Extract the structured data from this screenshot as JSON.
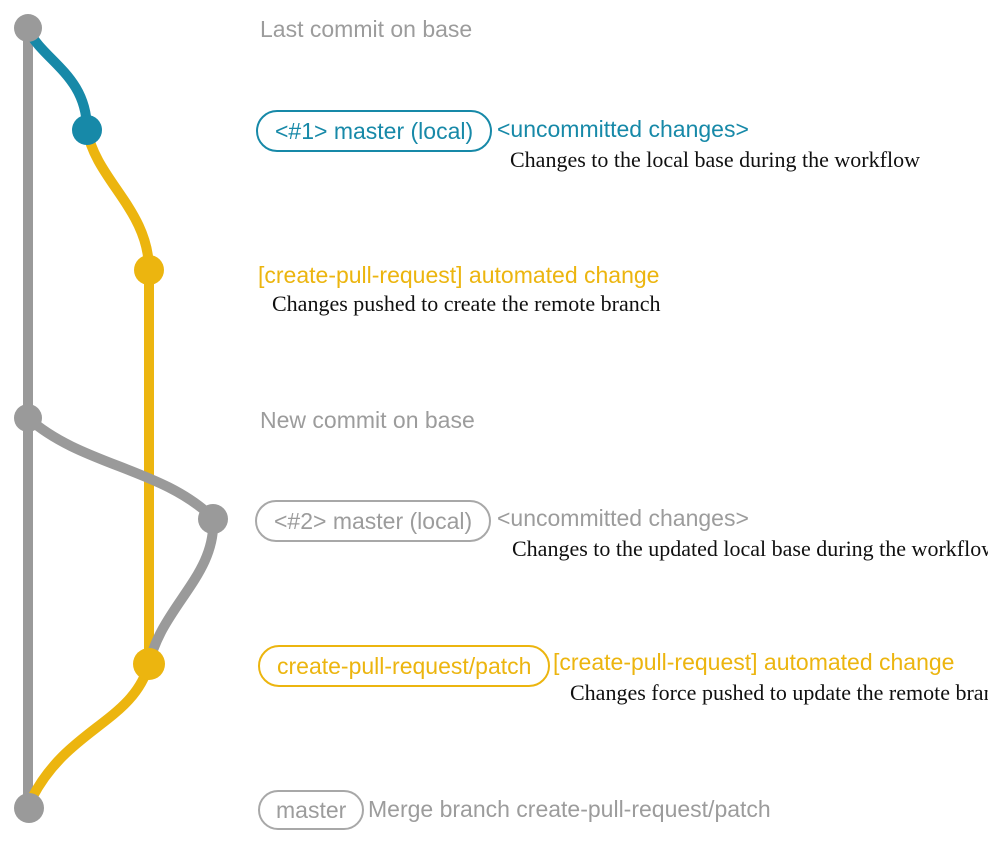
{
  "colors": {
    "teal": "#1789a8",
    "yellow": "#ecb50f",
    "gray_line": "#9a9a9a",
    "gray_text": "#9c9c9c",
    "gray_border": "#a8a8a8",
    "desc_text": "#101010",
    "background": "#ffffff"
  },
  "graph": {
    "type": "git-commit-graph",
    "branch_colors": {
      "base": "#9a9a9a",
      "uncommitted_changes": "#1789a8",
      "create_pull_request_patch": "#ecb50f"
    },
    "commit_dot_colors": [
      "gray",
      "teal",
      "yellow",
      "gray",
      "gray",
      "yellow",
      "gray"
    ]
  },
  "rows": {
    "r1": {
      "label": "Last commit on base"
    },
    "r2": {
      "box": "<#1> master (local)",
      "heading": "<uncommitted changes>",
      "desc": "Changes to the local base during the workflow"
    },
    "r3": {
      "heading": "[create-pull-request] automated change",
      "desc": "Changes pushed to create the remote branch"
    },
    "r4": {
      "label": "New commit on base"
    },
    "r5": {
      "box": "<#2> master (local)",
      "heading": "<uncommitted changes>",
      "desc": "Changes to the updated local base during the workflow"
    },
    "r6": {
      "box": "create-pull-request/patch",
      "heading": "[create-pull-request] automated change",
      "desc": "Changes force pushed to update the remote branch"
    },
    "r7": {
      "box": "master",
      "heading": "Merge branch create-pull-request/patch"
    }
  }
}
